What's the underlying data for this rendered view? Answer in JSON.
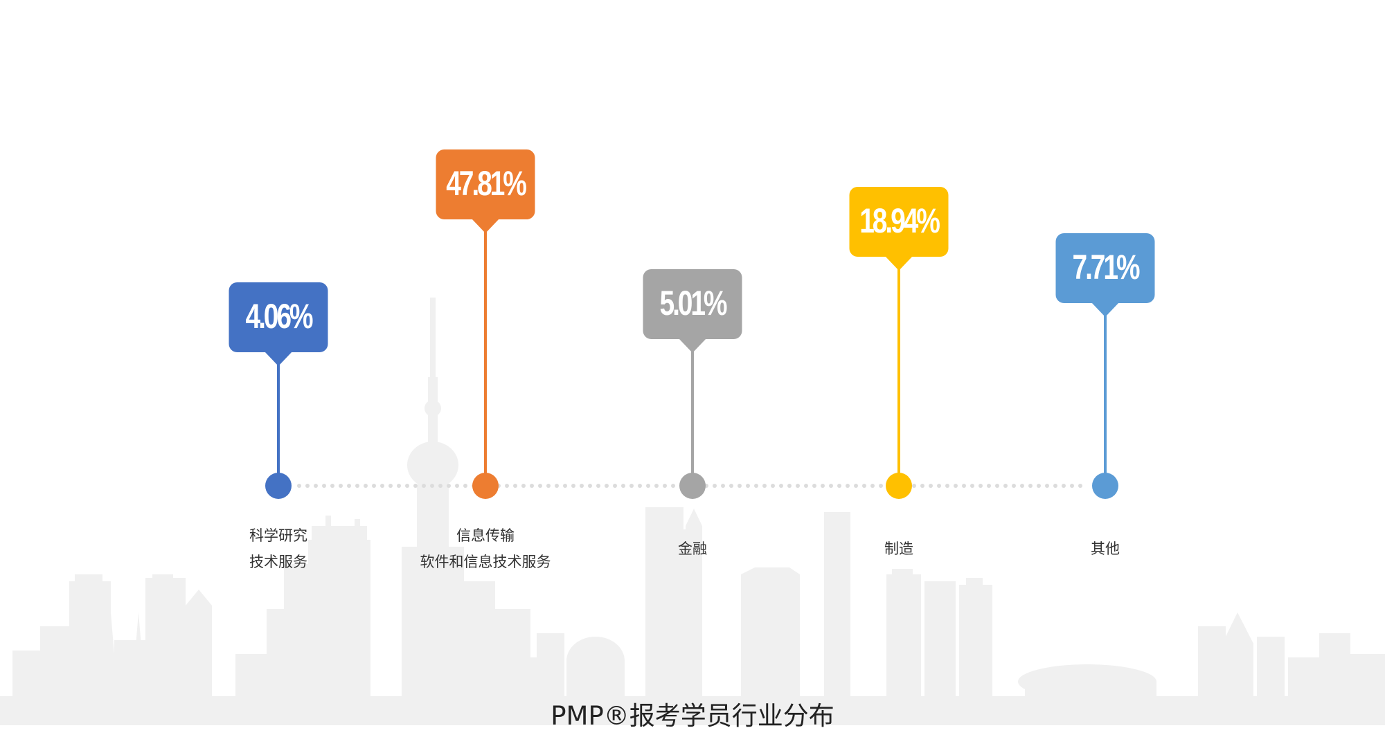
{
  "chart_data": {
    "type": "bar",
    "title": "PMP®报考学员行业分布",
    "categories": [
      [
        "科学研究",
        "技术服务"
      ],
      [
        "信息传输",
        "软件和信息技术服务"
      ],
      [
        "金融"
      ],
      [
        "制造"
      ],
      [
        "其他"
      ]
    ],
    "values": [
      4.06,
      47.81,
      5.01,
      18.94,
      7.71
    ],
    "value_labels": [
      "4.06%",
      "47.81%",
      "5.01%",
      "18.94%",
      "7.71%"
    ],
    "unit": "%",
    "colors": [
      "#4472C4",
      "#ED7D31",
      "#A5A5A5",
      "#FFC000",
      "#5B9BD5"
    ],
    "style": "lollipop markers on a dotted baseline over a light grey city skyline"
  }
}
